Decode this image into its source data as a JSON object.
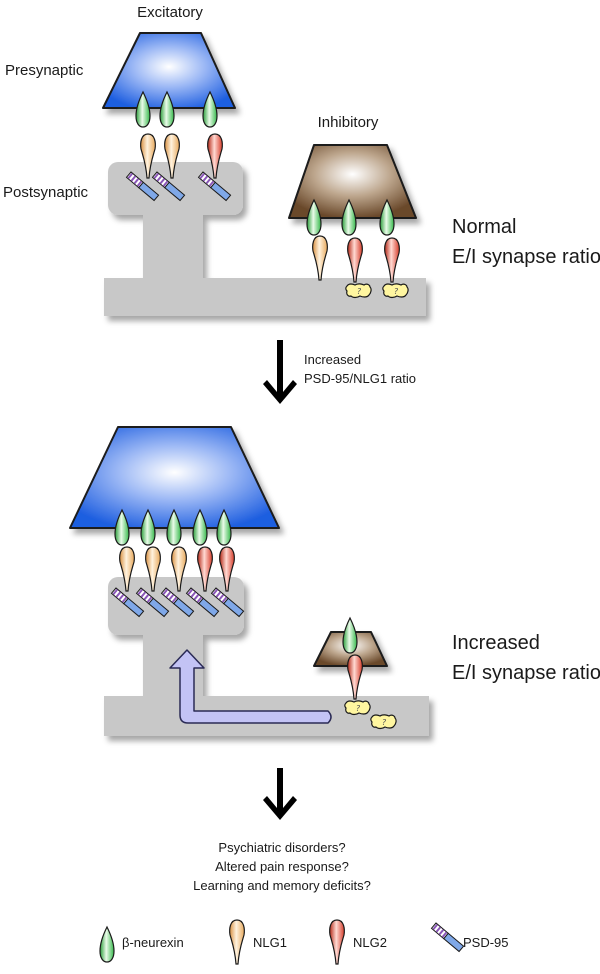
{
  "labels": {
    "excitatory": "Excitatory",
    "presynaptic": "Presynaptic",
    "inhibitory": "Inhibitory",
    "postsynaptic": "Postsynaptic",
    "normal_line1": "Normal",
    "normal_line2": "E/I synapse ratio",
    "transition_line1": "Increased",
    "transition_line2": "PSD-95/NLG1 ratio",
    "increased_line1": "Increased",
    "increased_line2": "E/I synapse ratio",
    "outcome_line1": "Psychiatric disorders?",
    "outcome_line2": "Altered pain response?",
    "outcome_line3": "Learning and memory deficits?",
    "unknown_mark": "?"
  },
  "legend": [
    {
      "label": "β-neurexin",
      "icon": "beta-neurexin-icon",
      "color": "#35b84a"
    },
    {
      "label": "NLG1",
      "icon": "nlg1-icon",
      "color": "#e8a95c"
    },
    {
      "label": "NLG2",
      "icon": "nlg2-icon",
      "color": "#d63c2a"
    },
    {
      "label": "PSD-95",
      "icon": "psd95-icon",
      "color": "#8a56b8"
    }
  ],
  "colors": {
    "excitatory_terminal": "#1f5fe0",
    "inhibitory_terminal": "#6b4a2c",
    "dendrite": "#c8c8c8",
    "feedback_arrow": "#c3c3f5"
  }
}
